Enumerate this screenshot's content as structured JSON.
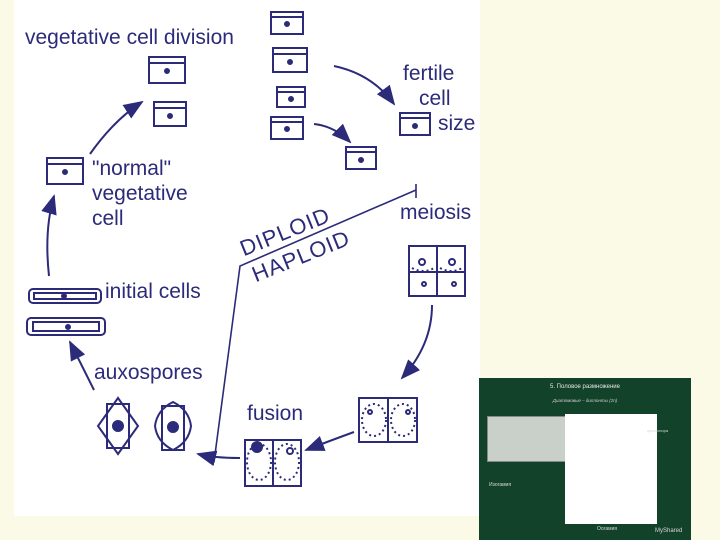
{
  "colors": {
    "ink": "#2b2b7a",
    "page_bg": "#fafae6",
    "panel_bg": "#ffffff",
    "thumb_bg": "#12422a"
  },
  "labels": {
    "vegetative_division": "vegetative cell division",
    "fertile_line1": "fertile",
    "fertile_line2": "cell",
    "fertile_line3": "size",
    "normal_line1": "\"normal\"",
    "normal_line2": "vegetative",
    "normal_line3": "cell",
    "meiosis": "meiosis",
    "diploid": "DIPLOID",
    "haploid": "HAPLOID",
    "initial_cells": "initial cells",
    "auxospores": "auxospores",
    "fusion": "fusion"
  },
  "thumbnail": {
    "title": "5. Половое размножение",
    "subtitle": "Диатомовые – диплонты (2n)",
    "caption_left": "Изогамия",
    "caption_bottom": "Оогамия",
    "caption_right": "ауксоспора",
    "watermark": "MyShared"
  }
}
